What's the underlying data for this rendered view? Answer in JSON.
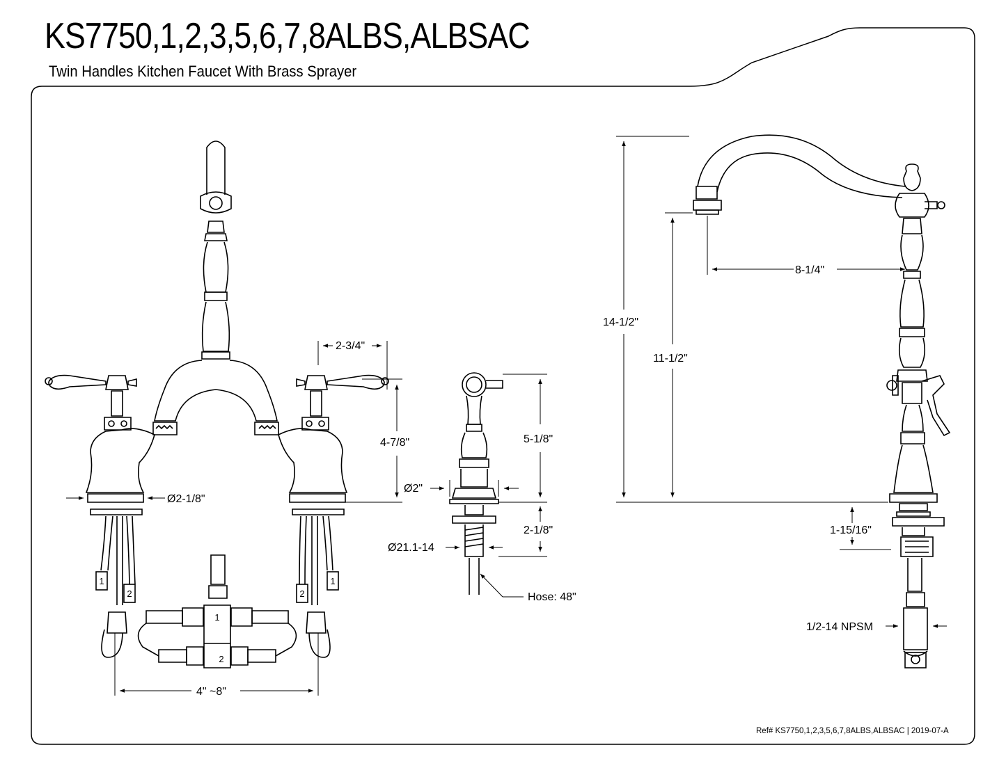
{
  "header": {
    "model": "KS7750,1,2,3,5,6,7,8ALBS,ALBSAC",
    "description": "Twin Handles Kitchen Faucet With Brass Sprayer"
  },
  "dimensions": {
    "handle_spacing": "2-3/4\"",
    "handle_height": "4-7/8\"",
    "base_diameter": "Ø2-1/8\"",
    "centers": "4\" ~8\"",
    "sprayer_height": "5-1/8\"",
    "sprayer_diameter": "Ø2\"",
    "sprayer_shank": "2-1/8\"",
    "sprayer_thread": "Ø21.1-14",
    "hose": "Hose: 48\"",
    "overall_height": "14-1/2\"",
    "spout_height": "11-1/2\"",
    "spout_reach": "8-1/4\"",
    "shank_length": "1-15/16\"",
    "inlet_thread": "1/2-14 NPSM"
  },
  "hose_labels": {
    "one": "1",
    "two": "2"
  },
  "footer": {
    "reference": "Ref# KS7750,1,2,3,5,6,7,8ALBS,ALBSAC | 2019-07-A"
  }
}
